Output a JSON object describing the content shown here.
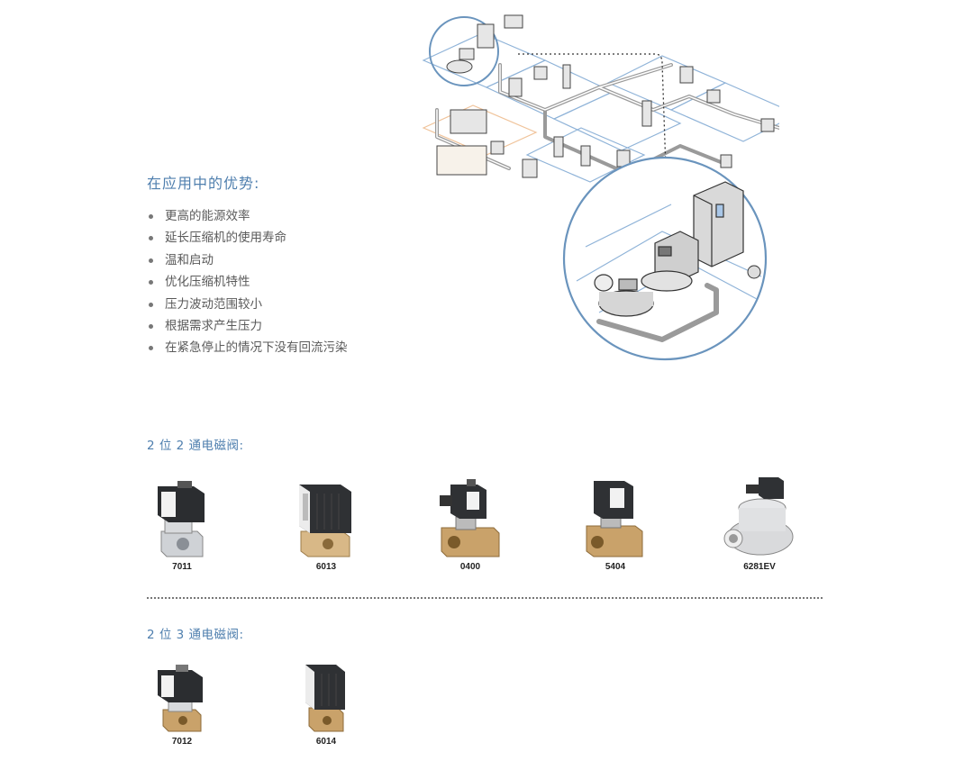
{
  "advantages": {
    "title": "在应用中的优势:",
    "items": [
      "更高的能源效率",
      "延长压缩机的使用寿命",
      "温和启动",
      "优化压缩机特性",
      "压力波动范围较小",
      "根据需求产生压力",
      "在紧急停止的情况下没有回流污染"
    ]
  },
  "two_way": {
    "title": "2 位 2 通电磁阀:",
    "products": [
      {
        "label": "7011"
      },
      {
        "label": "6013"
      },
      {
        "label": "0400"
      },
      {
        "label": "5404"
      },
      {
        "label": "6281EV"
      }
    ]
  },
  "three_way": {
    "title": "2 位 3 通电磁阀:",
    "products": [
      {
        "label": "7012"
      },
      {
        "label": "6014"
      }
    ]
  },
  "colors": {
    "accent": "#4f7fae",
    "diagram_line": "#7fa7cf",
    "body_text": "#5a5a5a",
    "brass": "#c9a26a"
  }
}
